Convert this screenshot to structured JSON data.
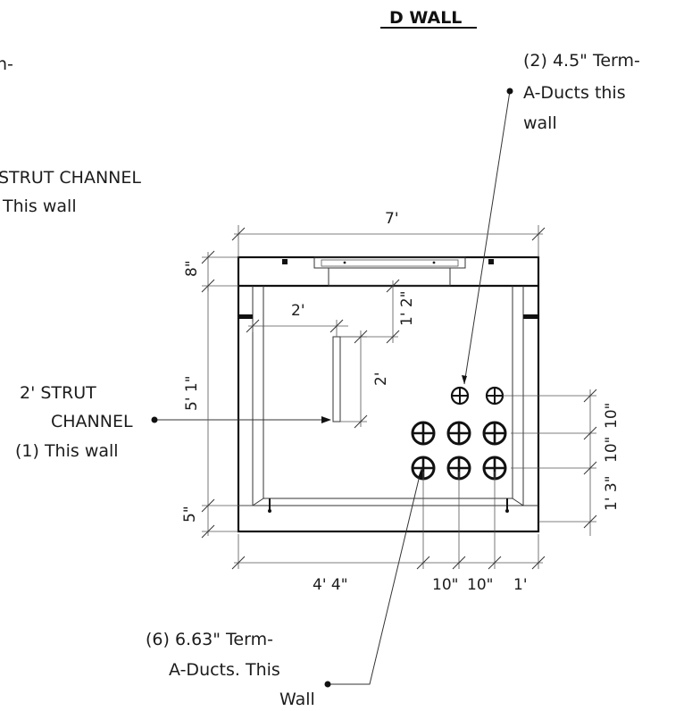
{
  "title": "D WALL",
  "labels": {
    "clipped_top": "n-",
    "strut_channel_top_1": "STRUT CHANNEL",
    "strut_channel_top_2": "This wall",
    "small_ducts_1": "(2) 4.5\" Term-",
    "small_ducts_2": "A-Ducts this",
    "small_ducts_3": "wall",
    "strut_left_1": "2' STRUT",
    "strut_left_2": "CHANNEL",
    "strut_left_3": "(1) This wall",
    "large_ducts_1": "(6) 6.63\" Term-",
    "large_ducts_2": "A-Ducts. This",
    "large_ducts_3": "Wall"
  },
  "dimensions": {
    "overall_width": "7'",
    "top_lid": "8\"",
    "wall_height": "5' 1\"",
    "bottom_floor": "5\"",
    "strut_offset_horizontal": "2'",
    "strut_offset_vertical": "1' 2\"",
    "strut_length": "2'",
    "duct_spacing_top": "10\"",
    "duct_spacing_mid": "10\"",
    "duct_spacing_bottom": "1' 3\"",
    "duct_left_offset": "4' 4\"",
    "duct_spacing_h1": "10\"",
    "duct_spacing_h2": "10\"",
    "duct_right_offset": "1'"
  },
  "duct_groups": [
    {
      "count": 2,
      "size_in": 4.5
    },
    {
      "count": 6,
      "size_in": 6.63
    }
  ]
}
